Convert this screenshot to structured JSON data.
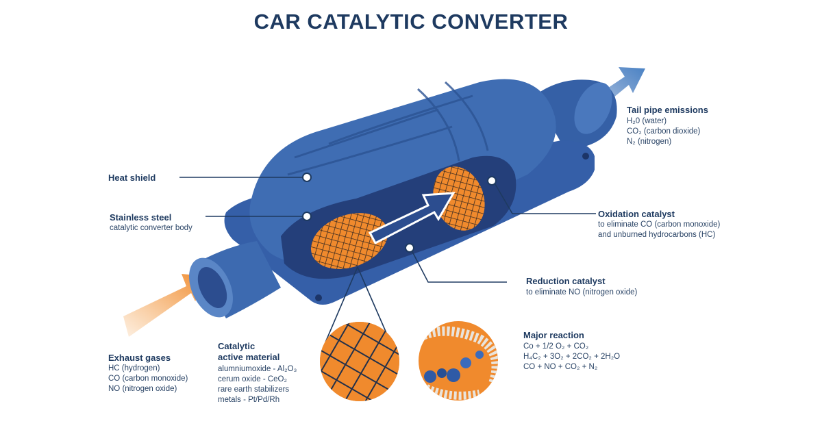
{
  "title": "CAR CATALYTIC CONVERTER",
  "colors": {
    "navy": "#1e3a60",
    "body_blue": "#3f6db3",
    "dark_blue": "#243f7a",
    "orange": "#f0892e",
    "light_blue_arrow": "#4a82c4"
  },
  "labels": {
    "heat_shield": {
      "title": "Heat shield"
    },
    "stainless_steel": {
      "title": "Stainless steel",
      "lines": [
        "catalytic converter body"
      ]
    },
    "tail_pipe": {
      "title": "Tail pipe emissions",
      "lines": [
        "H₂0 (water)",
        "CO₂ (carbon dioxide)",
        "N₂ (nitrogen)"
      ]
    },
    "oxidation": {
      "title": "Oxidation catalyst",
      "lines": [
        "to eliminate CO (carbon monoxide)",
        "and unburned hydrocarbons (HC)"
      ]
    },
    "reduction": {
      "title": "Reduction catalyst",
      "lines": [
        "to eliminate NO (nitrogen oxide)"
      ]
    },
    "exhaust": {
      "title": "Exhaust gases",
      "lines": [
        "HC (hydrogen)",
        "CO (carbon monoxide)",
        "NO (nitrogen oxide)"
      ]
    },
    "catalytic": {
      "title_lines": [
        "Catalytic",
        "active material"
      ],
      "lines": [
        "alumniumoxide - Al₂O₃",
        "cerum oxide - CeO₂",
        "rare earth stabilizers",
        "metals -  Pt/Pd/Rh"
      ]
    },
    "major_reaction": {
      "title": "Major reaction",
      "lines": [
        "Co + 1/2 O₂ + CO₂",
        "H₄C₂ + 3O₂ + 2CO₂ + 2H₂O",
        "CO + NO + CO₂ + N₂"
      ]
    }
  }
}
